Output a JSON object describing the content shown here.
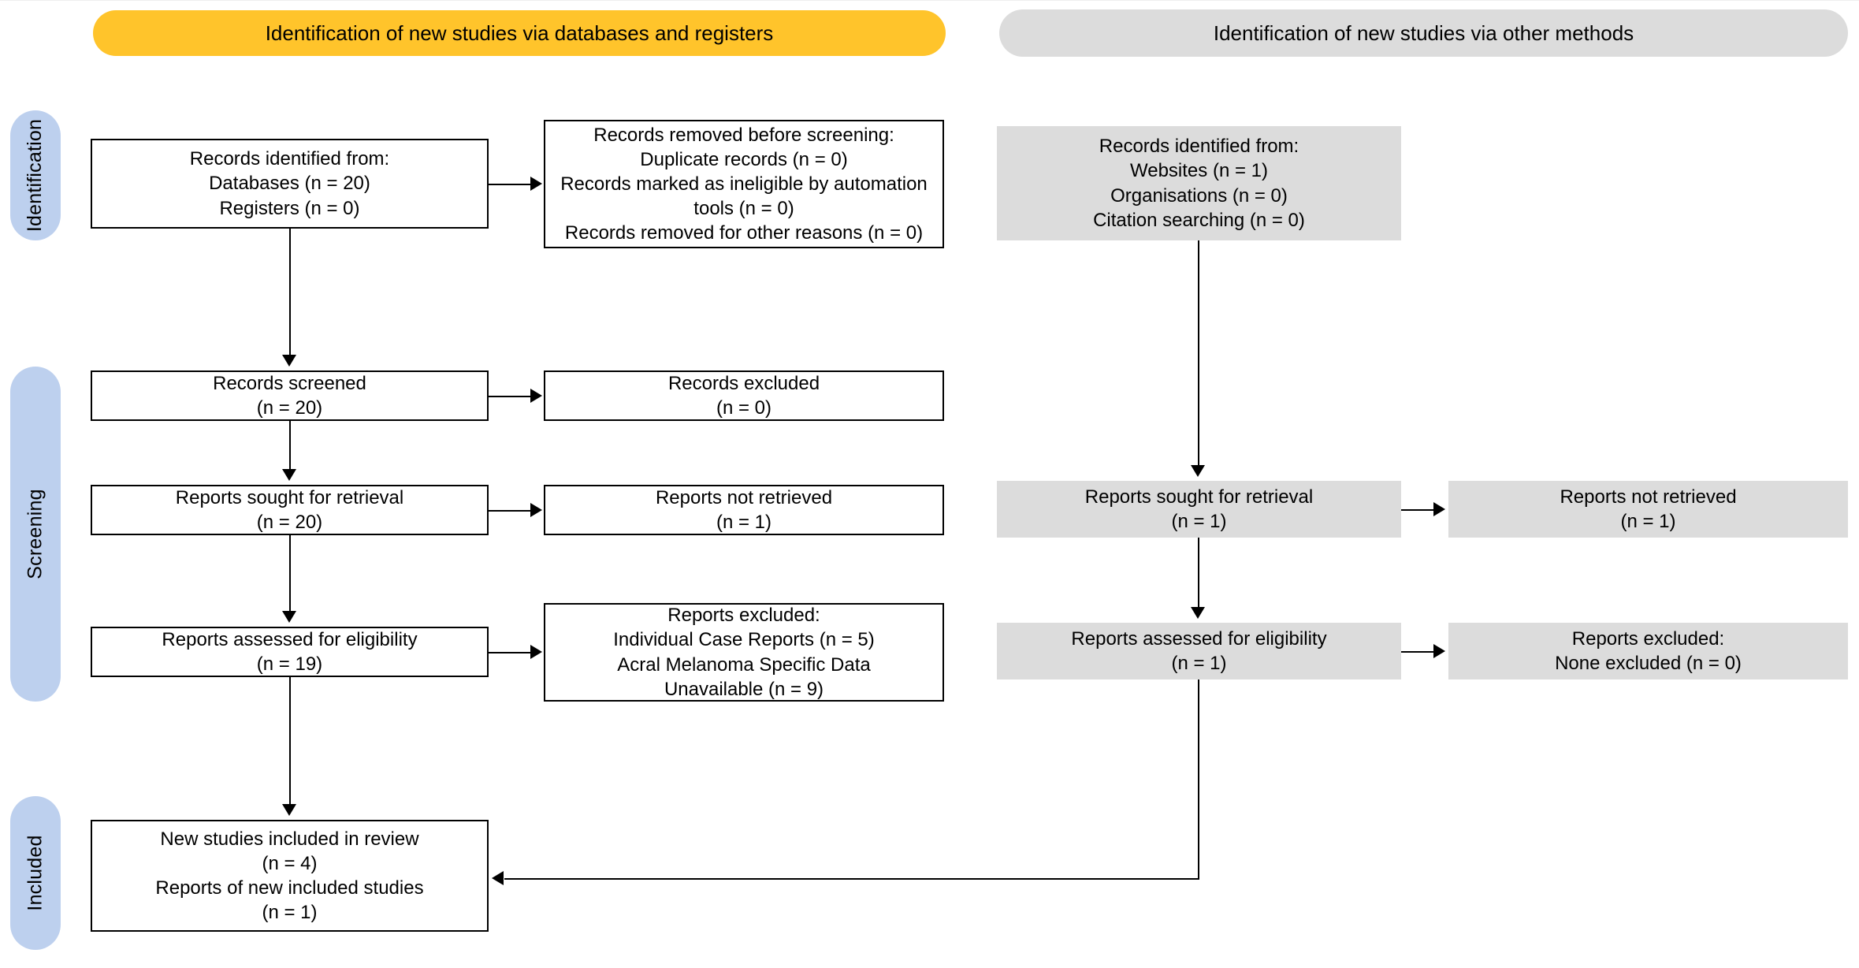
{
  "diagram": {
    "type": "prisma-flow-diagram",
    "colors": {
      "header_left": "#FFC42B",
      "header_right": "#DCDCDC",
      "stage_label": "#BDD0EE",
      "box_fill_left": "#FFFFFF",
      "box_fill_right": "#DCDCDC",
      "stroke": "#000000"
    },
    "headers": {
      "left": "Identification of new studies via databases and registers",
      "right": "Identification of new studies via other methods"
    },
    "stage_labels": {
      "identification": "Identification",
      "screening": "Screening",
      "included": "Included"
    },
    "left_column": {
      "records_identified": [
        "Records identified from:",
        "Databases (n = 20)",
        "Registers (n = 0)"
      ],
      "records_removed": [
        "Records removed before screening:",
        "Duplicate records (n = 0)",
        "Records marked as ineligible by automation tools (n = 0)",
        "Records removed for other reasons (n = 0)"
      ],
      "records_screened": [
        "Records screened",
        "(n = 20)"
      ],
      "records_excluded": [
        "Records excluded",
        "(n = 0)"
      ],
      "reports_sought": [
        "Reports sought for retrieval",
        "(n = 20)"
      ],
      "reports_not_retrieved": [
        "Reports not retrieved",
        "(n = 1)"
      ],
      "reports_assessed": [
        "Reports assessed for eligibility",
        "(n = 19)"
      ],
      "reports_excluded": [
        "Reports excluded:",
        "Individual Case Reports (n = 5)",
        "Acral Melanoma Specific Data",
        "Unavailable (n = 9)"
      ],
      "new_studies_included": [
        "New studies included in review",
        "(n = 4)",
        "Reports of new included studies",
        "(n = 1)"
      ]
    },
    "right_column": {
      "records_identified": [
        "Records identified from:",
        "Websites (n = 1)",
        "Organisations (n = 0)",
        "Citation searching (n = 0)"
      ],
      "reports_sought": [
        "Reports sought for retrieval",
        "(n = 1)"
      ],
      "reports_not_retrieved": [
        "Reports not retrieved",
        "(n = 1)"
      ],
      "reports_assessed": [
        "Reports assessed for eligibility",
        "(n = 1)"
      ],
      "reports_excluded": [
        "Reports excluded:",
        "None excluded (n = 0)"
      ]
    }
  }
}
